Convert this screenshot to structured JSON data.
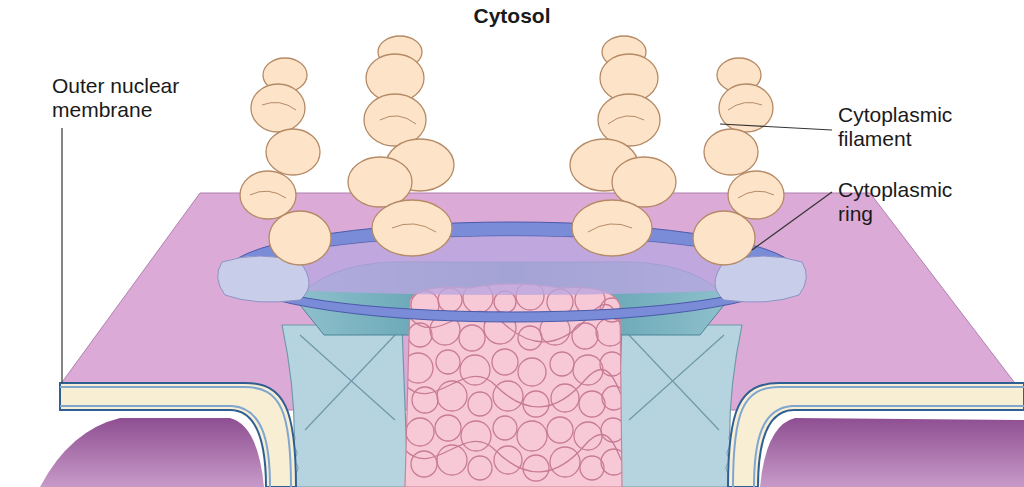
{
  "diagram": {
    "labels": [
      "Cytosol",
      "Outer nuclear membrane",
      "Cytoplasmic filament",
      "Cytoplasmic ring"
    ]
  }
}
